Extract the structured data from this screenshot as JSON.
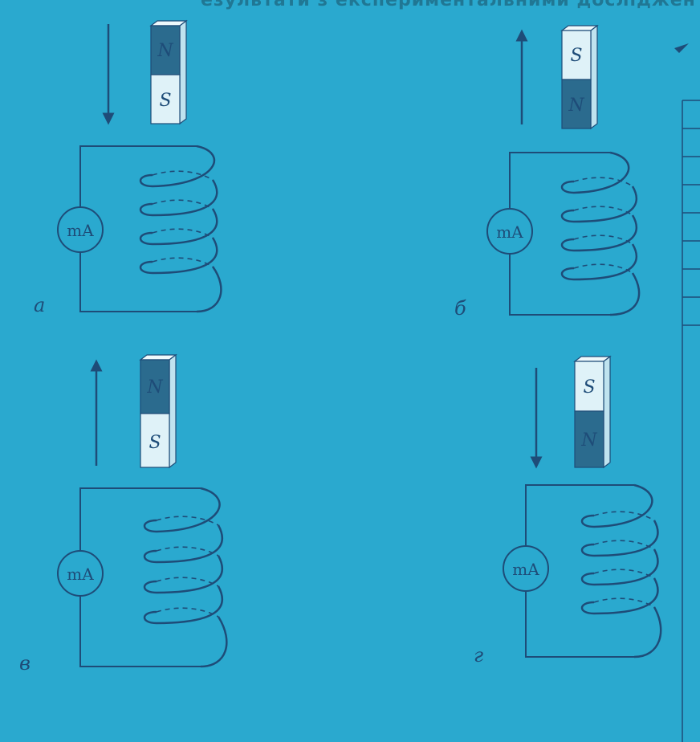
{
  "header_text": "езультати з експериментальними досліджен",
  "meter_label": "mA",
  "colors": {
    "background": "#2aa9cf",
    "line": "#1e4c78",
    "magnet_light": "#dff2f8",
    "magnet_dark": "#2b6b8e"
  },
  "panels": [
    {
      "label": "а",
      "arrow": "down",
      "magnet_top": "N",
      "magnet_bottom": "S"
    },
    {
      "label": "б",
      "arrow": "up",
      "magnet_top": "S",
      "magnet_bottom": "N"
    },
    {
      "label": "в",
      "arrow": "up",
      "magnet_top": "N",
      "magnet_bottom": "S"
    },
    {
      "label": "г",
      "arrow": "down",
      "magnet_top": "S",
      "magnet_bottom": "N"
    }
  ]
}
